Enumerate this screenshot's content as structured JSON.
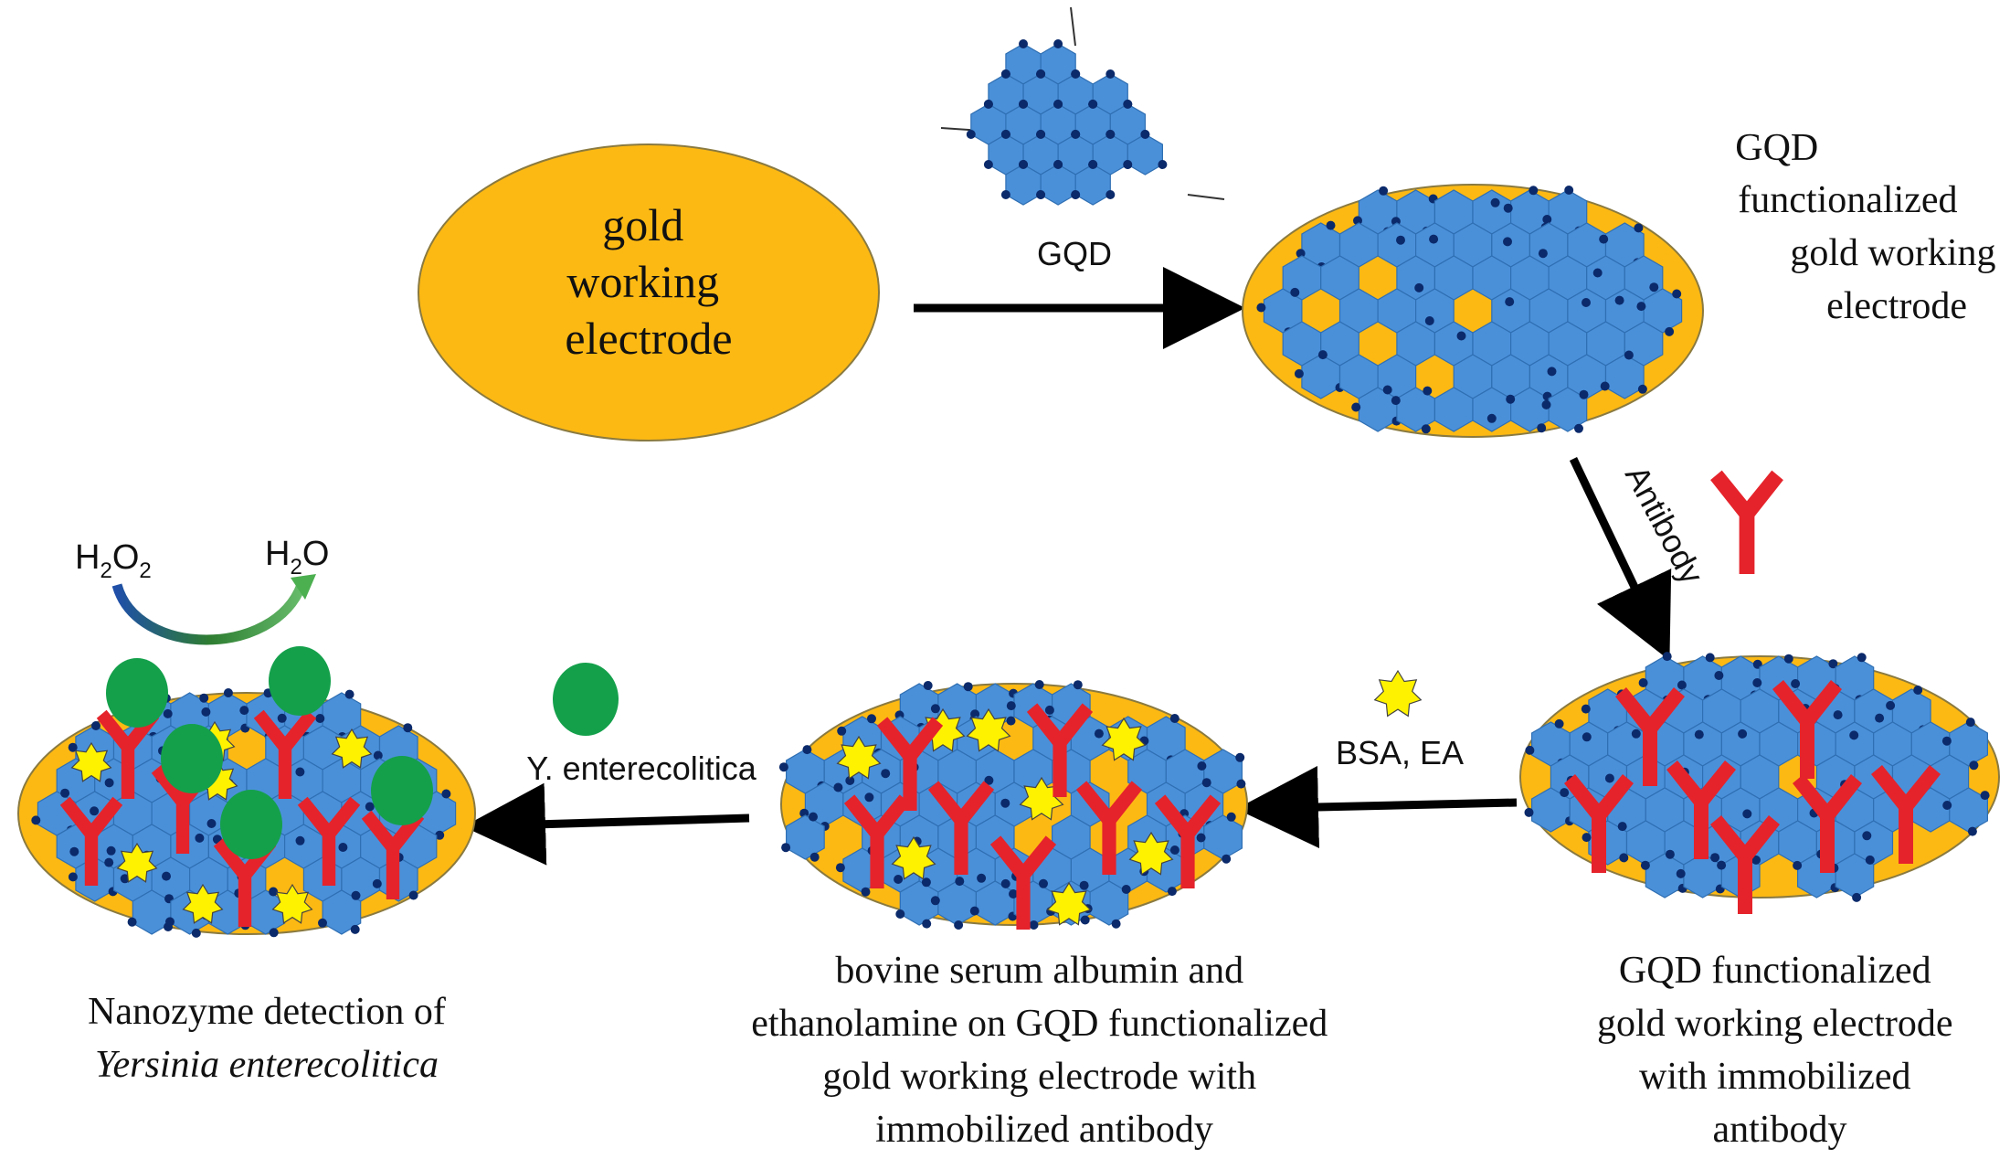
{
  "colors": {
    "gold": "#FDB913",
    "gold_stroke": "#8a7a40",
    "hexagon": "#4A90D9",
    "hexagon_edge": "#2f6fb3",
    "atom": "#0b2a6b",
    "antibody": "#E5232B",
    "bsa_star": "#FFF200",
    "bacterium": "#14A04B",
    "arrow": "#000000"
  },
  "labels": {
    "gold_electrode": [
      "gold",
      "working",
      "electrode"
    ],
    "gqd": "GQD",
    "gqd_electrode": [
      "GQD",
      "functionalized",
      "gold working",
      "electrode"
    ],
    "antibody": "Antibody",
    "bsa_ea": "BSA, EA",
    "y_enterecolitica": "Y. enterecolitica",
    "h2o2_main": "H",
    "h2o2_sub1": "2",
    "h2o2_o": "O",
    "h2o2_sub2": "2",
    "h2o_main": "H",
    "h2o_sub": "2",
    "h2o_o": "O",
    "caption_antibody_electrode": [
      "GQD functionalized",
      "gold working electrode",
      "with immobilized",
      "antibody"
    ],
    "caption_bsa_electrode": [
      "bovine serum albumin and",
      "ethanolamine on GQD functionalized",
      "gold working electrode with",
      "immobilized antibody"
    ],
    "caption_detection_line1": "Nanozyme detection of",
    "caption_detection_line2": "Yersinia enterecolitica"
  }
}
